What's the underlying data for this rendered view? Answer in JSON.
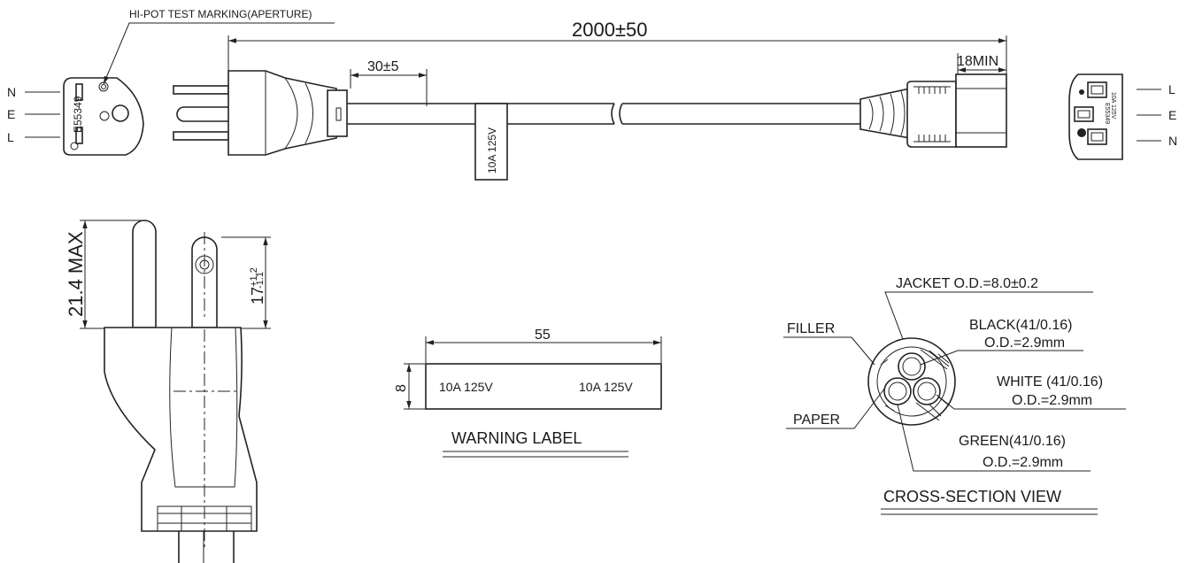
{
  "annotations": {
    "hipot_marking": "HI-POT TEST MARKING(APERTURE)",
    "overall_length": "2000±50",
    "label_position": "30±5",
    "connector_min": "18MIN"
  },
  "plug_face": {
    "left_labels": [
      "N",
      "E",
      "L"
    ],
    "cert_text": "E55349"
  },
  "connector_face": {
    "right_labels": [
      "L",
      "E",
      "N"
    ],
    "rating_text": "10A 125V",
    "cert_text": "E55349"
  },
  "cord_label_text": "10A 125V",
  "plug_side": {
    "max_height": "21.4 MAX",
    "pin_length_base": "17",
    "pin_length_tol_upper": "+1.2",
    "pin_length_tol_lower": "-1.1"
  },
  "warning_label": {
    "width": "55",
    "height": "8",
    "text_left": "10A 125V",
    "text_right": "10A 125V",
    "caption": "WARNING LABEL"
  },
  "cross_section": {
    "jacket": "JACKET O.D.=8.0±0.2",
    "filler": "FILLER",
    "paper": "PAPER",
    "black": "BLACK(41/0.16)",
    "black_od": "O.D.=2.9mm",
    "white": "WHITE (41/0.16)",
    "white_od": "O.D.=2.9mm",
    "green": "GREEN(41/0.16)",
    "green_od": "O.D.=2.9mm",
    "caption": "CROSS-SECTION VIEW"
  }
}
